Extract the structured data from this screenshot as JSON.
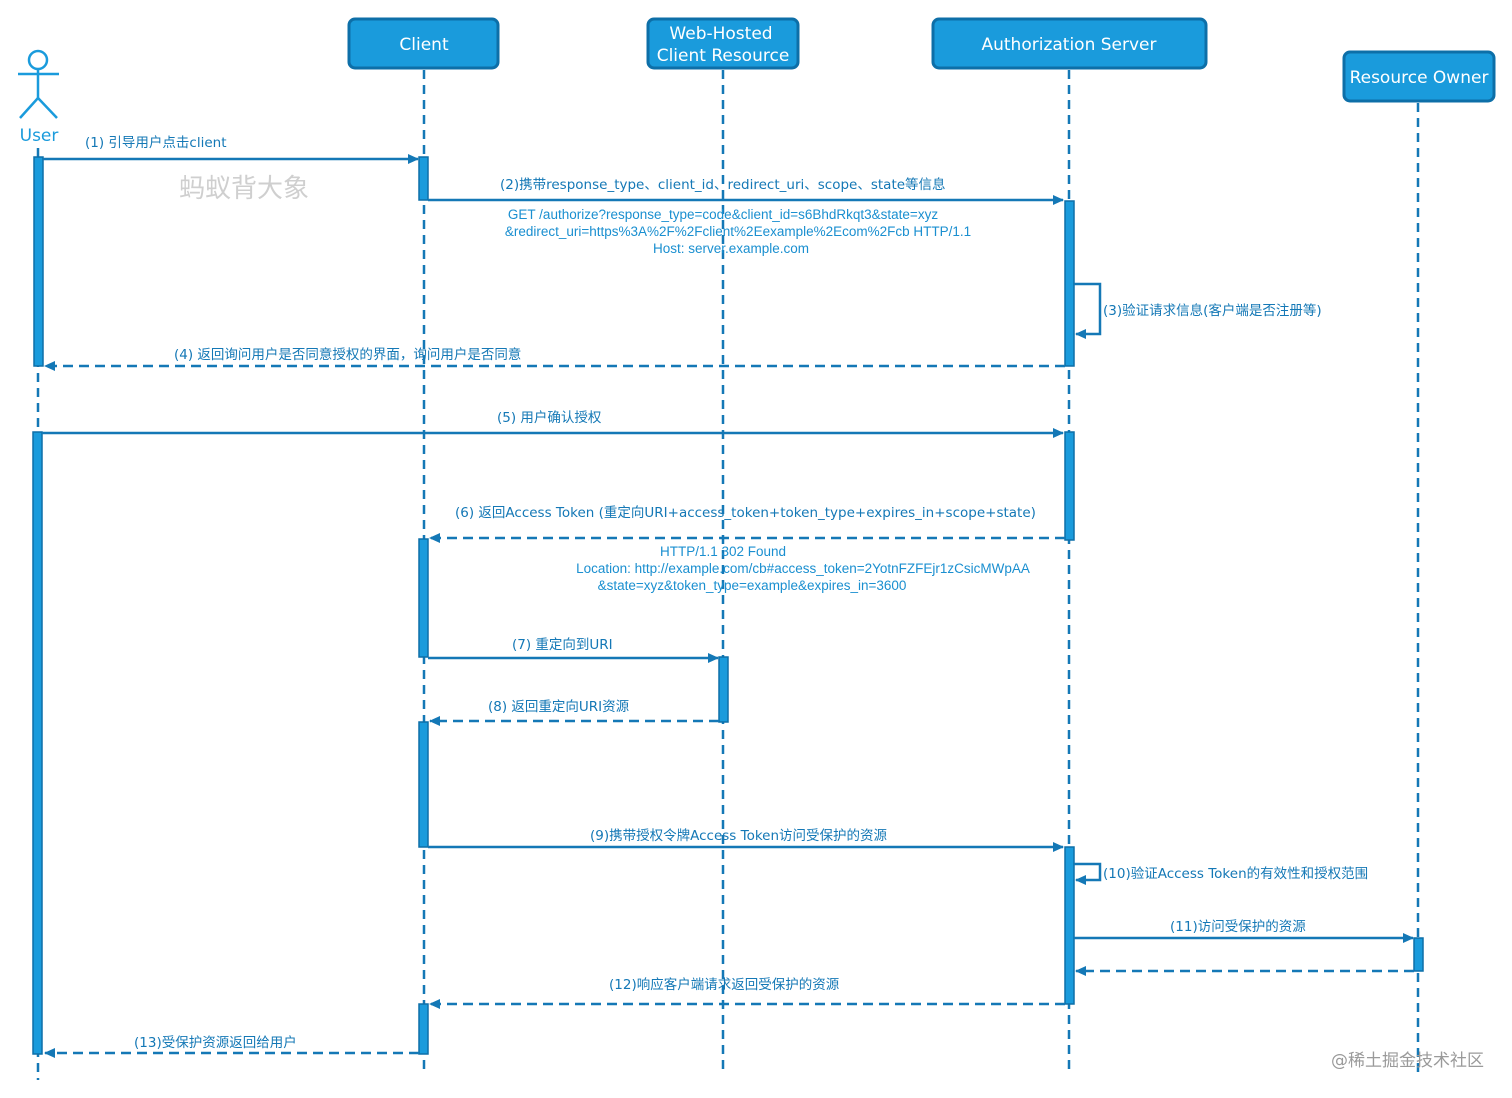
{
  "actor": {
    "label": "User"
  },
  "participants": [
    {
      "key": "client",
      "lines": [
        "Client"
      ]
    },
    {
      "key": "web",
      "lines": [
        "Web-Hosted",
        "Client Resource"
      ]
    },
    {
      "key": "auth",
      "lines": [
        "Authorization  Server"
      ]
    },
    {
      "key": "owner",
      "lines": [
        "Resource Owner"
      ]
    }
  ],
  "messages": [
    {
      "label": "(1) 引导用户点击client"
    },
    {
      "label": "(2)携带response_type、client_id、redirect_uri、scope、state等信息"
    },
    {
      "label": "(3)验证请求信息(客户端是否注册等)"
    },
    {
      "label": "(4) 返回询问用户是否同意授权的界面，询问用户是否同意"
    },
    {
      "label": "(5) 用户确认授权"
    },
    {
      "label": "(6) 返回Access Token (重定向URI+access_token+token_type+expires_in+scope+state)"
    },
    {
      "label": "(7) 重定向到URI"
    },
    {
      "label": "(8) 返回重定向URI资源"
    },
    {
      "label": "(9)携带授权令牌Access Token访问受保护的资源"
    },
    {
      "label": "(10)验证Access Token的有效性和授权范围"
    },
    {
      "label": "(11)访问受保护的资源"
    },
    {
      "label": ""
    },
    {
      "label": "(12)响应客户端请求返回受保护的资源"
    },
    {
      "label": "(13)受保护资源返回给用户"
    }
  ],
  "notes": [
    {
      "lines": [
        "GET /authorize?response_type=code&client_id=s6BhdRkqt3&state=xyz",
        "&redirect_uri=https%3A%2F%2Fclient%2Eexample%2Ecom%2Fcb HTTP/1.1",
        "Host: server.example.com"
      ]
    },
    {
      "lines": [
        "HTTP/1.1 302 Found",
        "Location: http://example.com/cb#access_token=2YotnFZFEjr1zCsicMWpAA",
        "&state=xyz&token_type=example&expires_in=3600"
      ]
    }
  ],
  "watermarks": {
    "top": "蚂蚁背大象",
    "bottom": "@稀土掘金技术社区"
  }
}
